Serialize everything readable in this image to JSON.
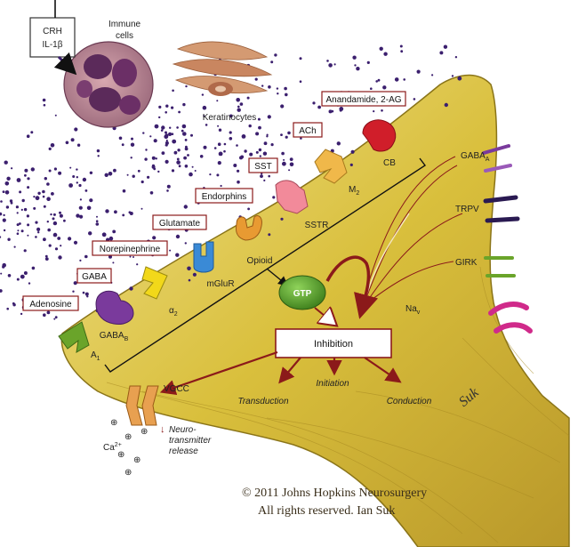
{
  "stimuli": {
    "crh": "CRH",
    "il1b": "IL-1β",
    "immune": [
      "Immune",
      "cells"
    ],
    "keratinocytes": "Keratinocytes"
  },
  "ligand_boxes": [
    {
      "id": "adenosine",
      "text": "Adenosine"
    },
    {
      "id": "gaba",
      "text": "GABA"
    },
    {
      "id": "norepinephrine",
      "text": "Norepinephrine"
    },
    {
      "id": "glutamate",
      "text": "Glutamate"
    },
    {
      "id": "endorphins",
      "text": "Endorphins"
    },
    {
      "id": "sst",
      "text": "SST"
    },
    {
      "id": "ach",
      "text": "ACh"
    },
    {
      "id": "anandamide",
      "text": "Anandamide, 2-AG"
    }
  ],
  "receptors": {
    "a1": {
      "base": "A",
      "sub": "1"
    },
    "gabab": {
      "base": "GABA",
      "sub": "B"
    },
    "alpha2": {
      "base": "α",
      "sub": "2"
    },
    "mglur": {
      "base": "mGluR",
      "sub": ""
    },
    "opioid": {
      "base": "Opioid",
      "sub": ""
    },
    "sstr": {
      "base": "SSTR",
      "sub": ""
    },
    "m2": {
      "base": "M",
      "sub": "2"
    },
    "cb": {
      "base": "CB",
      "sub": ""
    }
  },
  "channels": {
    "gabaa": {
      "base": "GABA",
      "sub": "A"
    },
    "trpv": "TRPV",
    "girk": "GIRK",
    "nav": {
      "base": "Na",
      "sub": "v"
    }
  },
  "signaling": {
    "gtp": "GTP",
    "inhibition": "Inhibition",
    "transduction": "Transduction",
    "initiation": "Initiation",
    "conduction": "Conduction",
    "vgcc": "VGCC",
    "ca": {
      "base": "Ca",
      "sup": "2+"
    },
    "plus": "⊕",
    "neuro_arrow": "↓",
    "neuro_line1": "Neuro-",
    "neuro_line2": "transmitter",
    "neuro_line3": "release"
  },
  "copyright": {
    "line1": "© 2011 Johns Hopkins Neurosurgery",
    "line2": "All rights reserved. Ian Suk",
    "signature": "Suk"
  },
  "colors": {
    "neuron_fill": "#d8c03a",
    "neuron_edge": "#8a7418",
    "box_border": "#8b1a1a",
    "arrow_red": "#8b1a1a",
    "dots": "#3b1f6e",
    "gtp": "#4e9a24"
  }
}
